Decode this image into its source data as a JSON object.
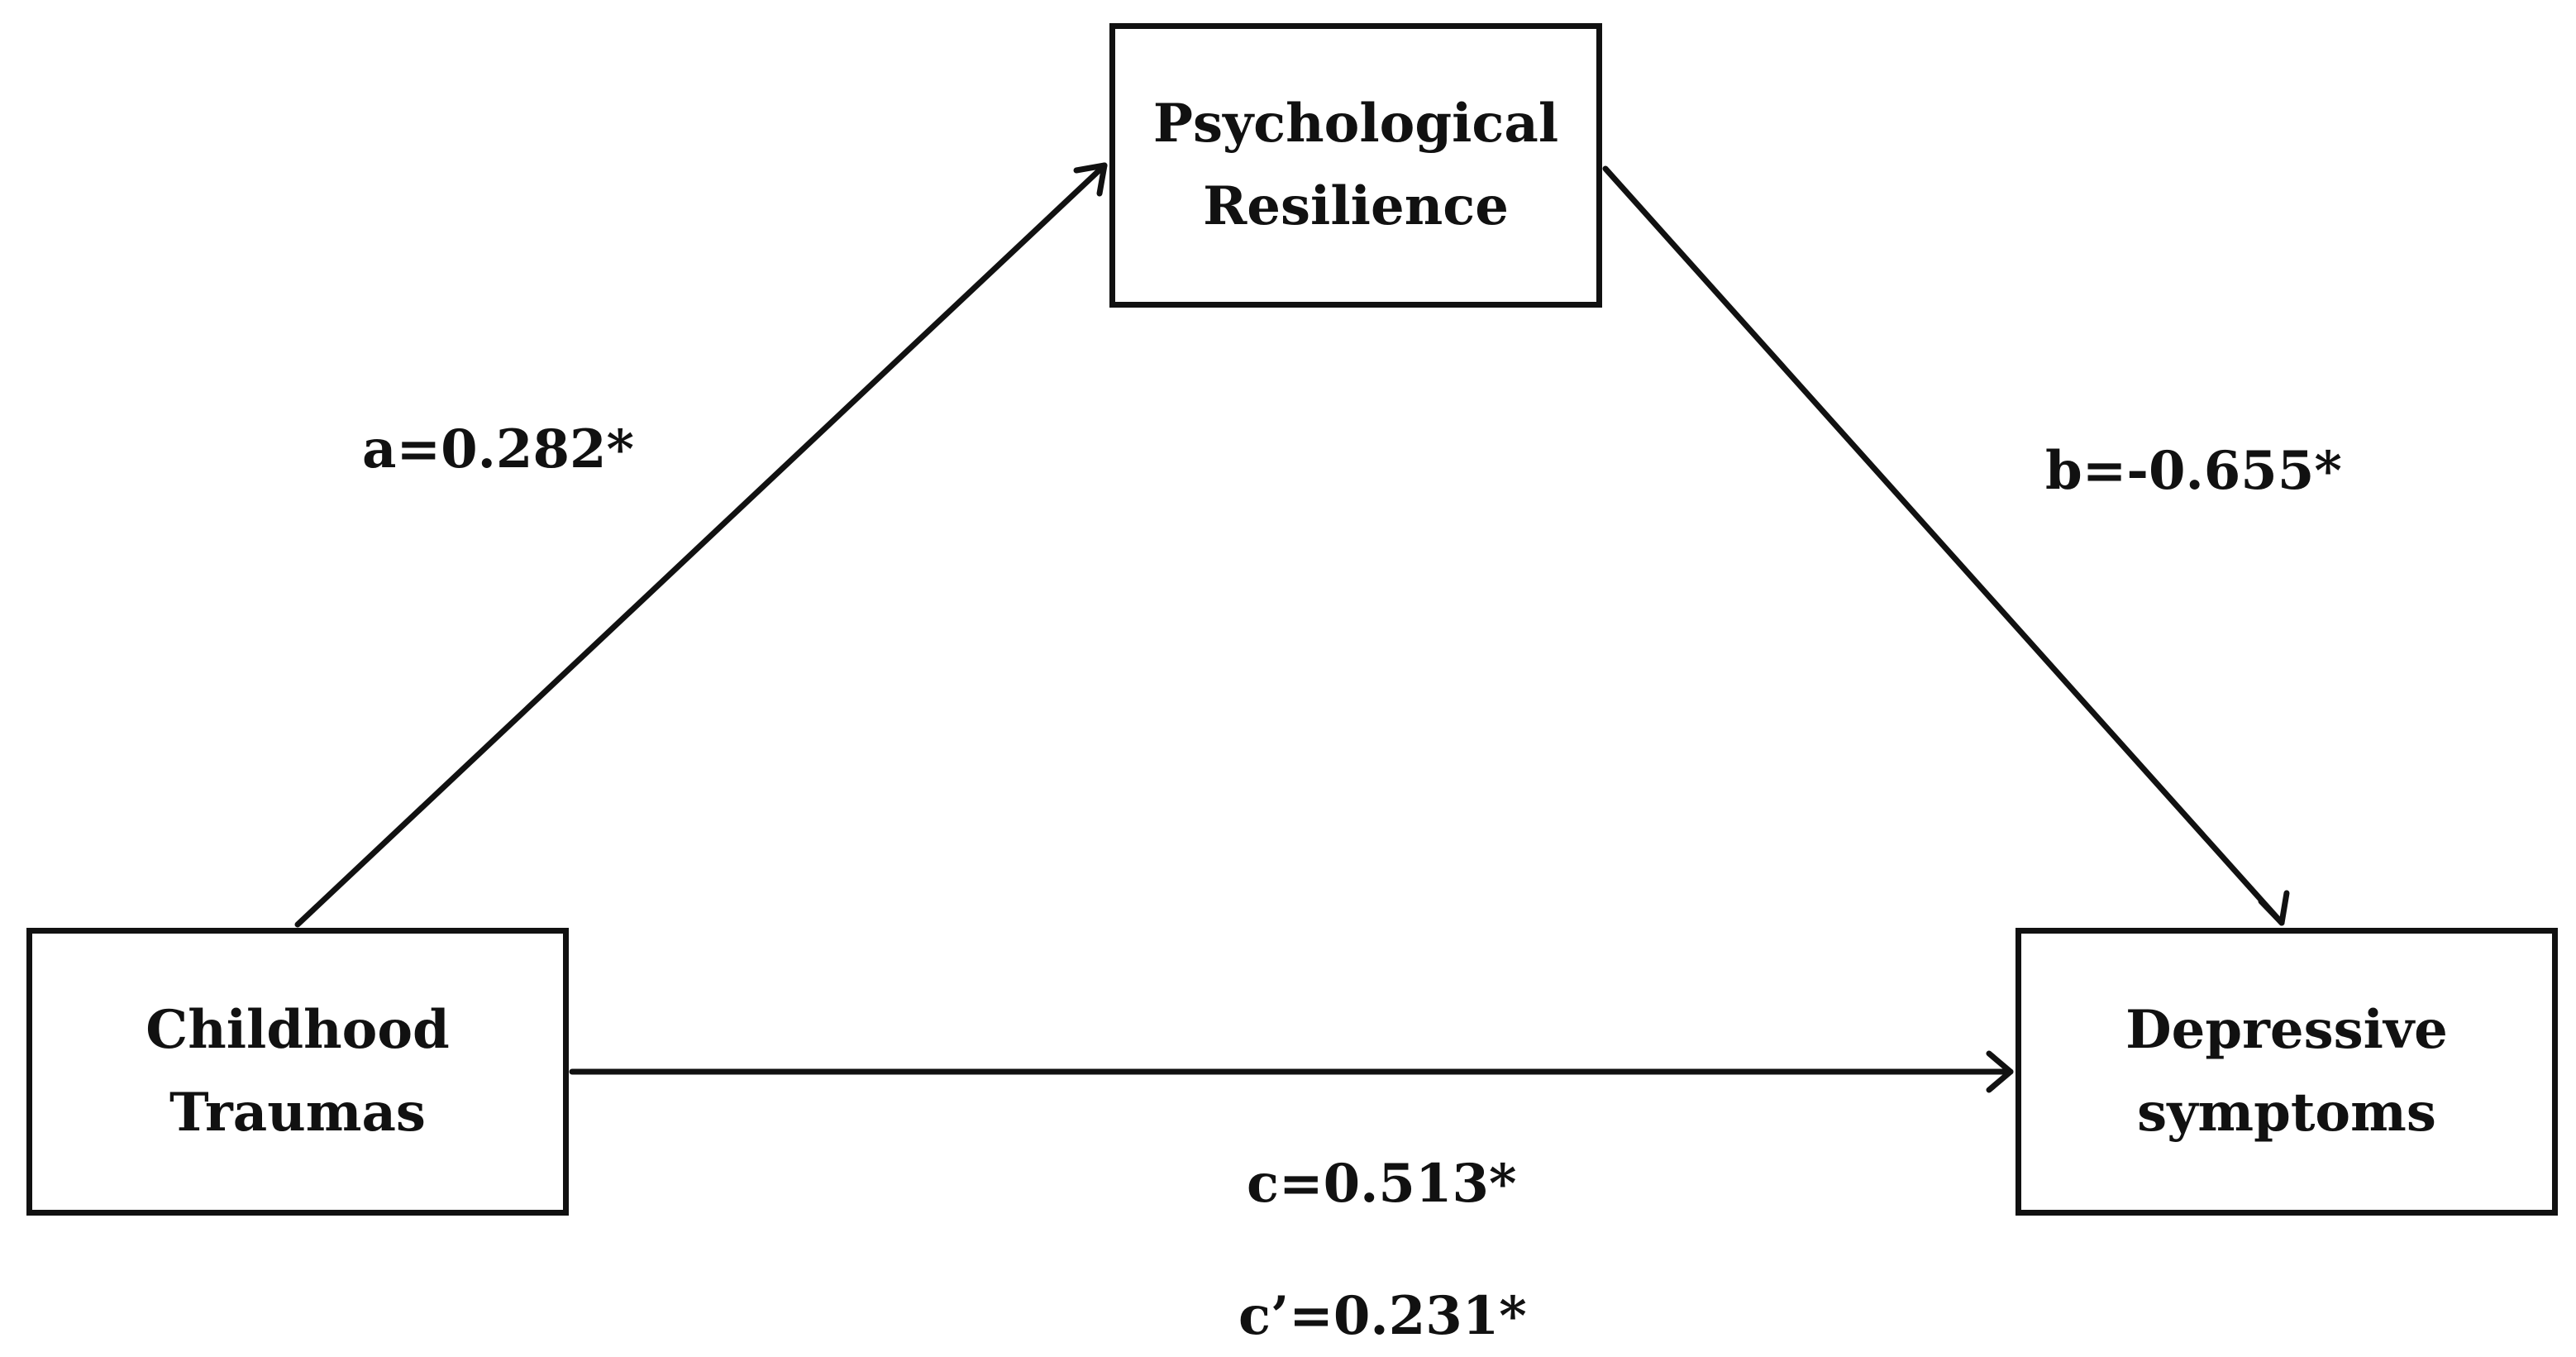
{
  "mediator": {
    "line1": "Psychological",
    "line2": "Resilience"
  },
  "predictor": {
    "line1": "Childhood",
    "line2": "Traumas"
  },
  "outcome": {
    "line1": "Depressive",
    "line2": "symptoms"
  },
  "paths": {
    "a": "a=0.282*",
    "b": "b=-0.655*",
    "c": "c=0.513*",
    "c_prime": "c’=0.231*"
  },
  "colors": {
    "ink": "#111111",
    "background": "#ffffff"
  }
}
